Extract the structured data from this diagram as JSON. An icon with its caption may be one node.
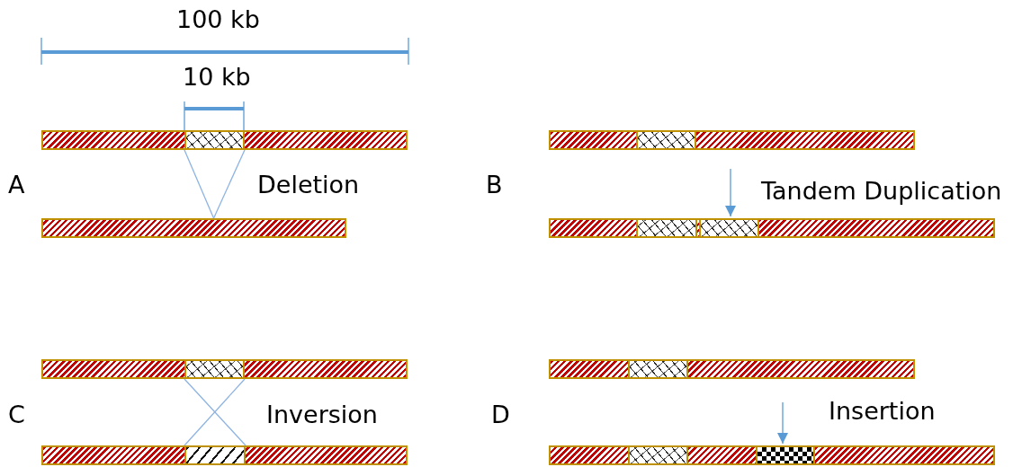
{
  "diagram": {
    "nodes": [
      {
        "text": [],
        "shape": "bar"
      },
      {
        "text": [],
        "shape": "box",
        "in": 0
      },
      {
        "text": [],
        "shape": "bar"
      },
      {
        "text": [],
        "shape": "bar"
      },
      {
        "text": [],
        "shape": "box",
        "in": 3
      },
      {
        "text": [],
        "shape": "bar"
      },
      {
        "text": [],
        "shape": "box",
        "in": 5
      },
      {
        "text": [],
        "shape": "box",
        "in": 5
      },
      {
        "text": [],
        "shape": "bar"
      },
      {
        "text": [],
        "shape": "box",
        "in": 8
      },
      {
        "text": [],
        "shape": "bar"
      },
      {
        "text": [],
        "shape": "box",
        "in": 10
      },
      {
        "text": [],
        "shape": "bar"
      },
      {
        "text": [],
        "shape": "box",
        "in": 12
      },
      {
        "text": [],
        "shape": "bar"
      },
      {
        "text": [],
        "shape": "box",
        "in": 14
      },
      {
        "text": [],
        "shape": "box",
        "in": 14
      }
    ],
    "edges": [
      {
        "from": 1,
        "to": 2,
        "arrow": "none"
      },
      {
        "from": 1,
        "to": 2,
        "arrow": "none"
      },
      {
        "from": null,
        "to": 7,
        "arrow": "to"
      },
      {
        "from": 9,
        "to": 11,
        "arrow": "none"
      },
      {
        "from": 9,
        "to": 11,
        "arrow": "none"
      },
      {
        "from": null,
        "to": 16,
        "arrow": "to"
      }
    ],
    "labels": [
      "100 kb",
      "10 kb",
      "A",
      "Deletion",
      "B",
      "Tandem Duplication",
      "C",
      "Inversion",
      "D",
      "Insertion"
    ]
  }
}
